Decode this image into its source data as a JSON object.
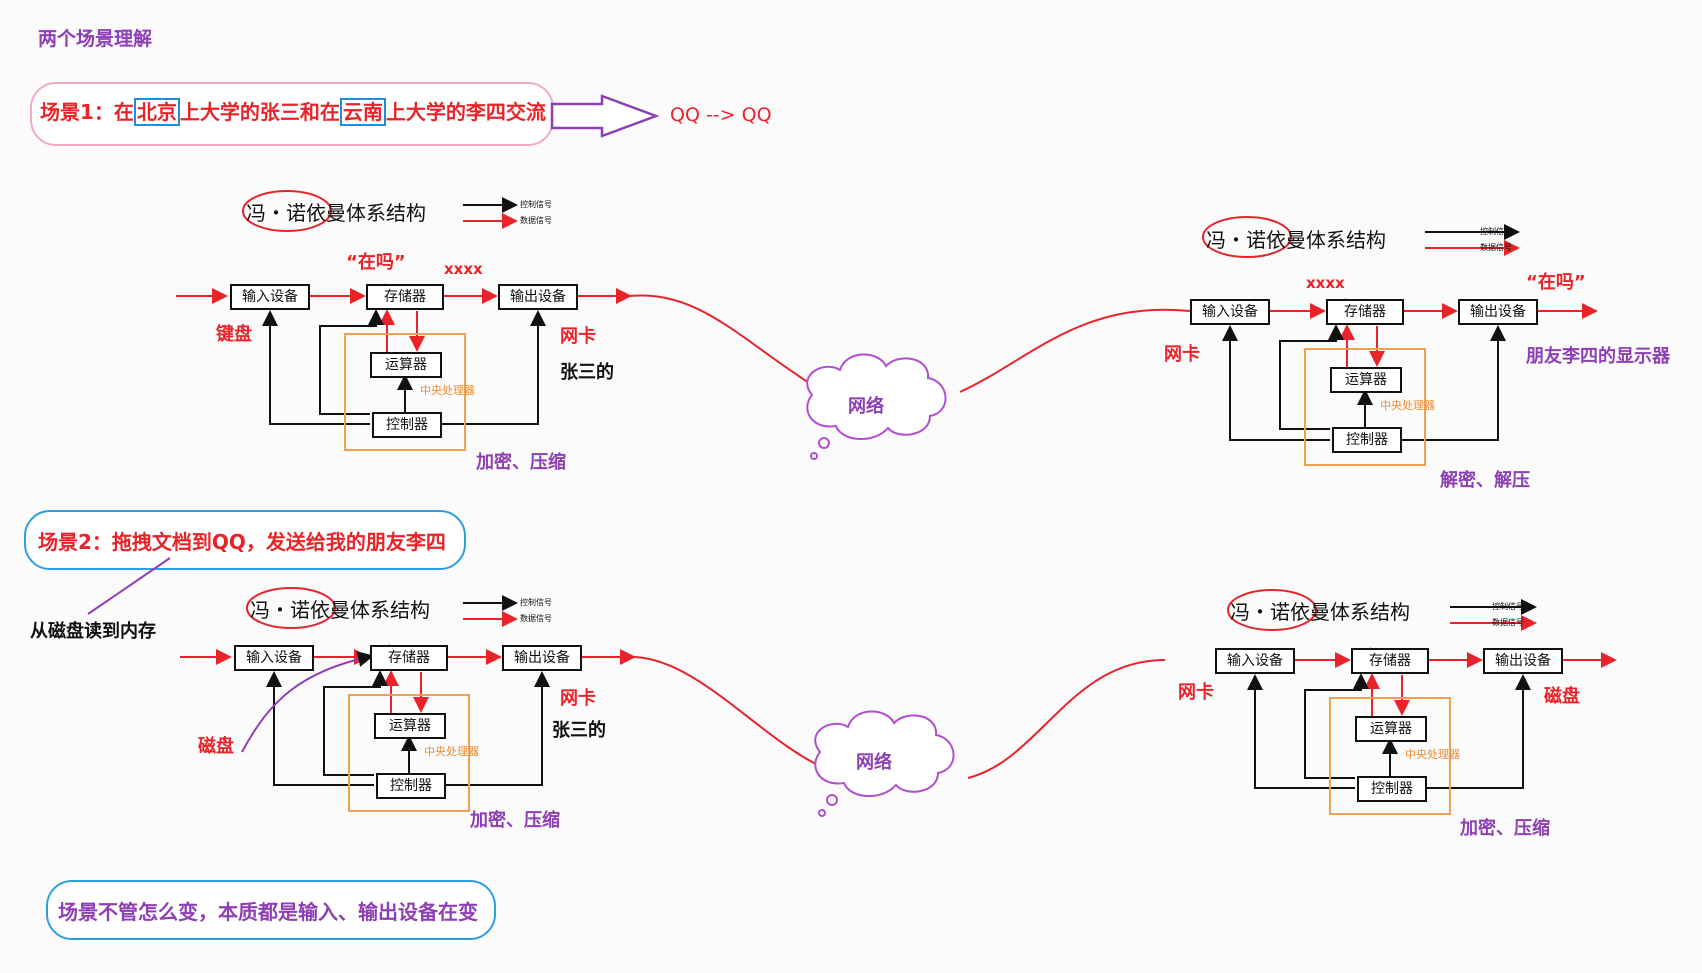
{
  "page_title": "两个场景理解",
  "scene1": {
    "part1": "场景1：在",
    "hl1": "北京",
    "part2": "上大学的张三和在",
    "hl2": "云南",
    "part3": "上大学的李四交流",
    "result": "QQ --> QQ"
  },
  "scene2": {
    "text": "场景2：拖拽文档到QQ，发送给我的朋友李四",
    "note": "从磁盘读到内存"
  },
  "scene3": {
    "text": "场景不管怎么变，本质都是输入、输出设备在变"
  },
  "vn": {
    "title": "冯・诺依曼体系结构",
    "legend_control": "控制信号",
    "legend_data": "数据信号",
    "input": "输入设备",
    "storage": "存储器",
    "output": "输出设备",
    "alu": "运算器",
    "controller": "控制器",
    "cpu": "中央处理器"
  },
  "network": "网络",
  "d1": {
    "msg": "“在吗”",
    "xxxx": "xxxx",
    "input_dev": "键盘",
    "output_dev": "网卡",
    "owner": "张三的",
    "process": "加密、压缩"
  },
  "d2": {
    "xxxx": "xxxx",
    "input_dev": "网卡",
    "output_msg": "“在吗”",
    "output_dev": "朋友李四的显示器",
    "process": "解密、解压"
  },
  "d3": {
    "input_dev": "磁盘",
    "output_dev": "网卡",
    "owner": "张三的",
    "process": "加密、压缩"
  },
  "d4": {
    "input_dev": "网卡",
    "output_dev": "磁盘",
    "process": "加密、压缩"
  }
}
